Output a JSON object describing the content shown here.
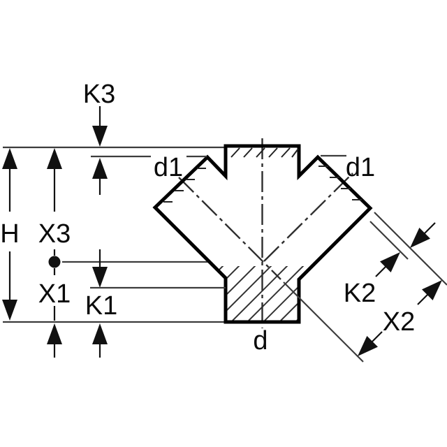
{
  "drawing": {
    "type": "technical dimensional drawing",
    "subject": "pipe fitting double 45-degree branch cross-section",
    "labels": {
      "h": "H",
      "x3": "X3",
      "x1": "X1",
      "k1": "K1",
      "k3": "K3",
      "k2": "K2",
      "x2": "X2",
      "d": "d",
      "d1_left": "d1",
      "d1_right": "d1"
    }
  },
  "colors": {
    "outline": "#000000",
    "thin_line": "#3c3c3c",
    "dimension": "#111111",
    "background": "#ffffff"
  }
}
